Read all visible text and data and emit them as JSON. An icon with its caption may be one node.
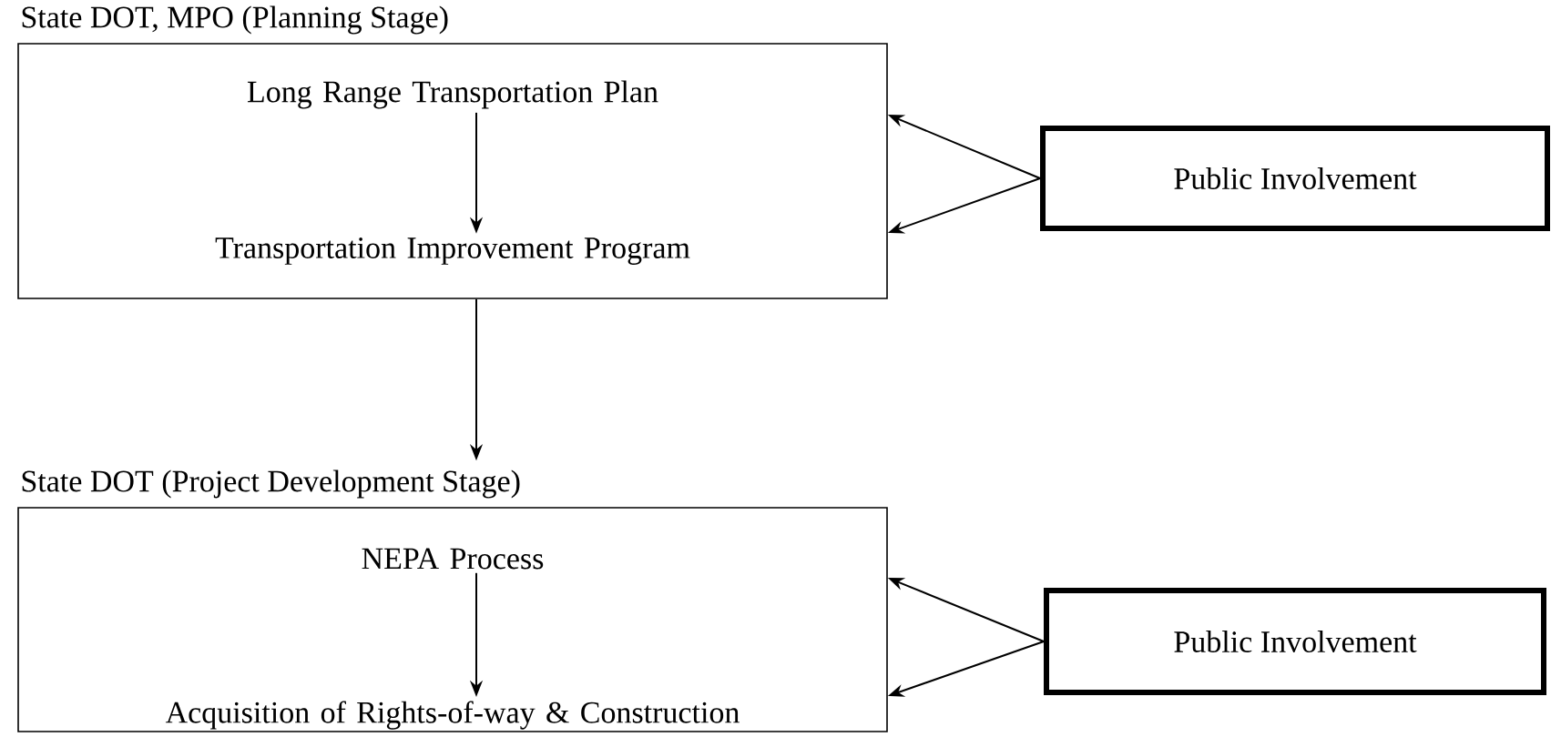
{
  "diagram": {
    "nodes": [
      {
        "text": [
          "State DOT, MPO (Planning Stage)"
        ]
      },
      {
        "text": [
          "Long Range Transportation Plan"
        ],
        "in": 0
      },
      {
        "text": [
          "Transportation Improvement Program"
        ],
        "in": 0
      },
      {
        "text": [
          "Public Involvement"
        ]
      },
      {
        "text": [
          "State DOT (Project Development Stage)"
        ]
      },
      {
        "text": [
          "NEPA Process"
        ],
        "in": 4
      },
      {
        "text": [
          "Acquisition of Rights-of-way & Construction"
        ],
        "in": 4
      },
      {
        "text": [
          "Public Involvement"
        ]
      }
    ],
    "edges": [
      {
        "from": 1,
        "to": 2,
        "arrow": "to"
      },
      {
        "from": 3,
        "to": 0,
        "arrow": "to"
      },
      {
        "from": 3,
        "to": 0,
        "arrow": "to"
      },
      {
        "from": 0,
        "to": 4,
        "arrow": "to"
      },
      {
        "from": 5,
        "to": 6,
        "arrow": "to"
      },
      {
        "from": 7,
        "to": 4,
        "arrow": "to"
      },
      {
        "from": 7,
        "to": 4,
        "arrow": "to"
      }
    ]
  }
}
